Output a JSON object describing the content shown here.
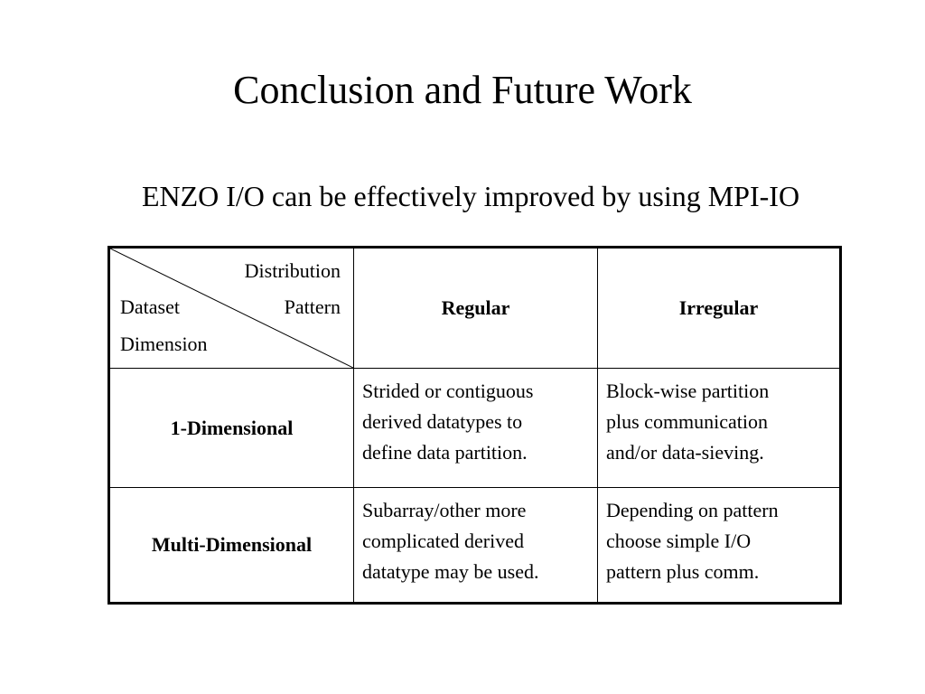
{
  "slide": {
    "title": "Conclusion and Future Work",
    "subtitle": "ENZO I/O can be effectively improved by using MPI-IO"
  },
  "table": {
    "corner": {
      "top_right": "Distribution",
      "left_upper": "Dataset",
      "right_lower": "Pattern",
      "left_lower": "Dimension"
    },
    "columns": [
      "Regular",
      "Irregular"
    ],
    "rows": [
      {
        "label": "1-Dimensional",
        "regular": [
          "Strided or contiguous",
          "derived datatypes to",
          "define data partition."
        ],
        "irregular": [
          "Block-wise partition",
          "plus communication",
          "and/or data-sieving."
        ]
      },
      {
        "label": "Multi-Dimensional",
        "regular": [
          "Subarray/other more",
          "complicated derived",
          "datatype may be used."
        ],
        "irregular": [
          "Depending on pattern",
          "choose simple I/O",
          "pattern plus comm."
        ]
      }
    ]
  }
}
